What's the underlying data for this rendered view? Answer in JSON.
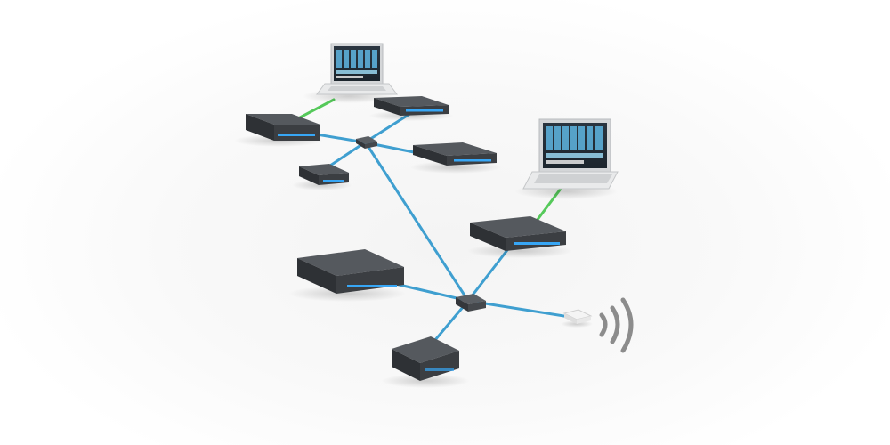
{
  "colors": {
    "background": "#ffffff",
    "ethernet_link": "#3f9fd0",
    "wifi_link": "#55c95a",
    "device_body": "#3b3e42",
    "device_led": "#37a6f5",
    "switch_body": "#45484c",
    "access_point": "#f2f2f2",
    "wifi_waves": "#8c8c8c"
  },
  "devices": [
    {
      "name": "laptop-top",
      "kind": "laptop"
    },
    {
      "name": "laptop-right",
      "kind": "laptop"
    },
    {
      "name": "interface-top-left",
      "kind": "rack-unit"
    },
    {
      "name": "interface-top-center",
      "kind": "rack-unit"
    },
    {
      "name": "interface-top-right",
      "kind": "rack-unit"
    },
    {
      "name": "interface-small",
      "kind": "rack-unit"
    },
    {
      "name": "interface-right",
      "kind": "rack-unit"
    },
    {
      "name": "interface-bottom-left",
      "kind": "rack-unit"
    },
    {
      "name": "interface-bottom",
      "kind": "stage-box"
    },
    {
      "name": "switch-upper",
      "kind": "switch"
    },
    {
      "name": "switch-lower",
      "kind": "switch"
    },
    {
      "name": "wireless-access-point",
      "kind": "access-point"
    }
  ]
}
